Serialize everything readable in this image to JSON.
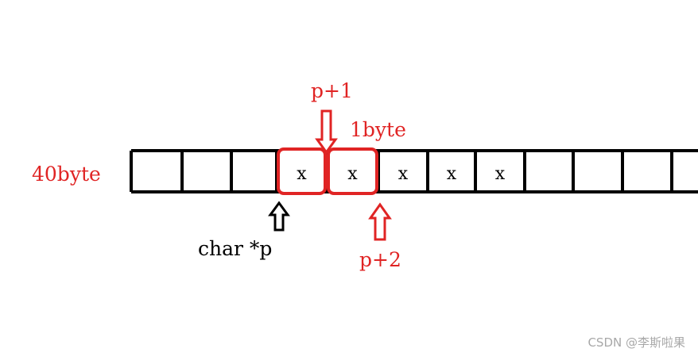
{
  "labels": {
    "total_size": "40byte",
    "unit_size": "1byte",
    "pointer_decl": "char *p",
    "p_plus_1": "p+1",
    "p_plus_2": "p+2"
  },
  "cells": [
    "",
    "",
    "",
    "x",
    "x",
    "x",
    "x",
    "x",
    "",
    "",
    "",
    ""
  ],
  "highlighted_cells": [
    3,
    4
  ],
  "colors": {
    "accent": "#e02424",
    "stroke": "#000000",
    "watermark": "#a8a8a8"
  },
  "watermark": "CSDN @李斯啦果"
}
